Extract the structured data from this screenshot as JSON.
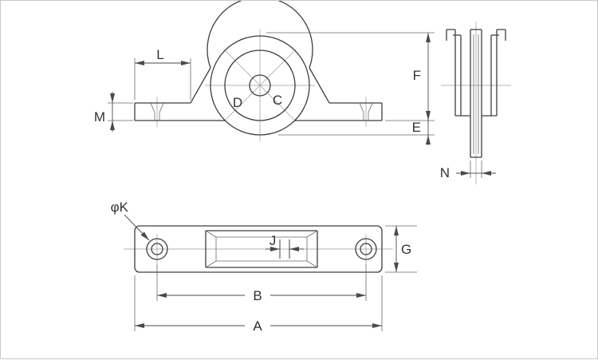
{
  "drawing": {
    "labels": {
      "L": "L",
      "M": "M",
      "D": "D",
      "C": "C",
      "F": "F",
      "E": "E",
      "N": "N",
      "phiK": "φK",
      "J": "J",
      "G": "G",
      "B": "B",
      "A": "A"
    },
    "colors": {
      "outline": "#3d3d3d",
      "dimension": "#4a4a4a",
      "centerline": "#9a9a9a",
      "background": "#ffffff",
      "border": "#c9c9c9"
    }
  }
}
